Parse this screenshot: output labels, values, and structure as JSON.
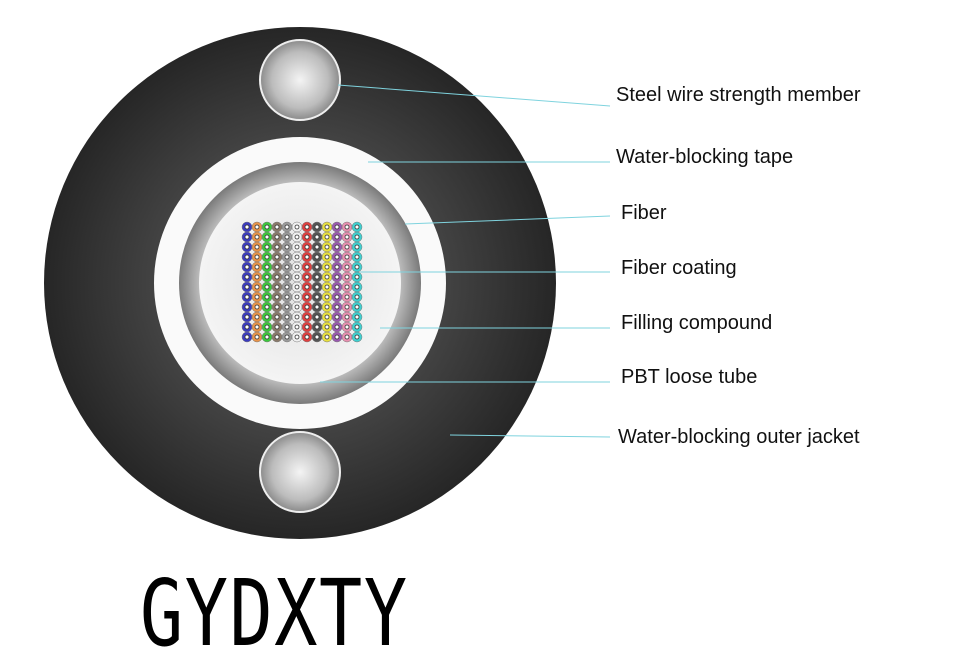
{
  "title": "GYDXTY",
  "labels": [
    {
      "text": "Steel wire strength member"
    },
    {
      "text": "Water-blocking tape"
    },
    {
      "text": "Fiber"
    },
    {
      "text": "Fiber coating"
    },
    {
      "text": "Filling compound"
    },
    {
      "text": "PBT loose tube"
    },
    {
      "text": "Water-blocking outer jacket"
    }
  ],
  "colors": {
    "jacket": "#2b2b2b",
    "leader_line": "#7fd3de",
    "fiber_columns": [
      "#3b3bbf",
      "#e8944a",
      "#3cc83c",
      "#8a7a6a",
      "#9a9a9a",
      "#f0f0f0",
      "#e04040",
      "#555555",
      "#e8e040",
      "#9a5ab0",
      "#e890b0",
      "#40d0d0"
    ]
  }
}
